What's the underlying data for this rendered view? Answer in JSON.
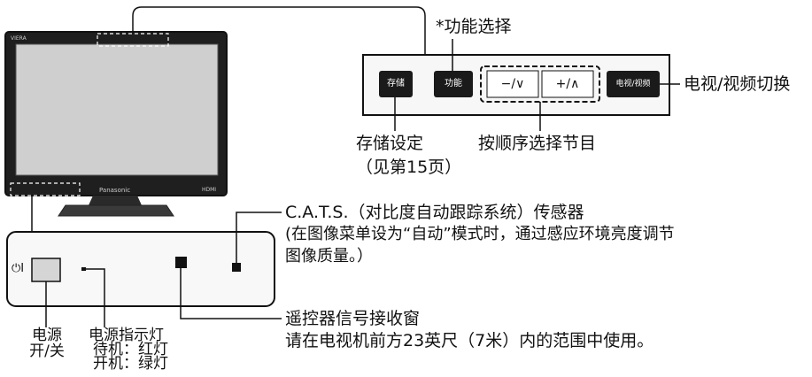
{
  "tv": {
    "viera_logo": "VIERA",
    "brand": "Panasonic",
    "hdmi_badge": "HDMI"
  },
  "control_panel": {
    "buttons": [
      {
        "id": "store",
        "label": "存储"
      },
      {
        "id": "function",
        "label": "功能"
      },
      {
        "id": "minus",
        "label": "−/∨"
      },
      {
        "id": "plus",
        "label": "+/∧"
      },
      {
        "id": "tvav",
        "label": "电视/视频"
      }
    ]
  },
  "callouts": {
    "function_select": "*功能选择",
    "tv_av_switch": "电视/视频切换",
    "store_setting": "存储设定",
    "see_page": "（见第15页）",
    "select_program": "按顺序选择节目",
    "cats_title": "C.A.T.S.（对比度自动跟踪系统）传感器",
    "cats_desc_1": "(在图像菜单设为“自动”模式时，通过感应环境亮度调节",
    "cats_desc_2": "图像质量。）",
    "remote_title": "遥控器信号接收窗",
    "remote_desc": "请在电视机前方23英尺（7米）内的范围中使用。",
    "power_1": "电源",
    "power_2": "开/关",
    "indicator_title": "电源指示灯",
    "indicator_standby": "待机：红灯",
    "indicator_on": "开机：绿灯"
  },
  "front_panel": {
    "power_symbol": "⏻I"
  }
}
